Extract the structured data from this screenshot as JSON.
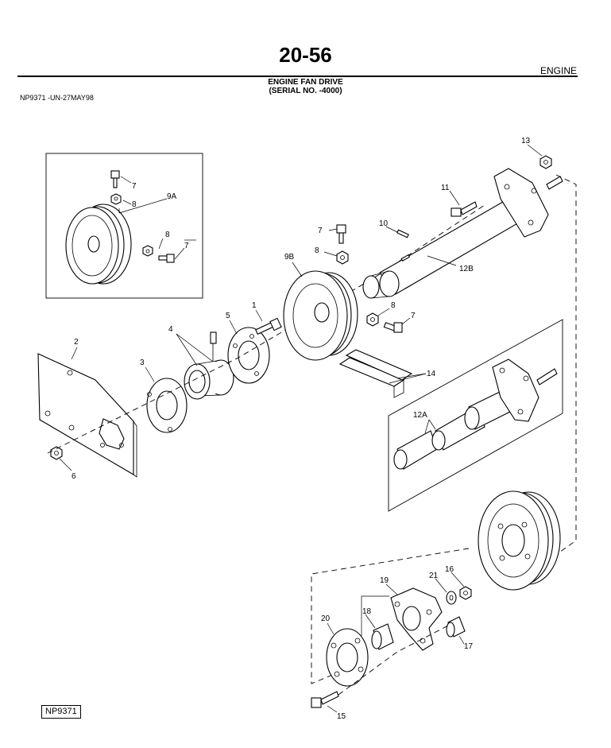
{
  "header": {
    "page_number": "20-56",
    "section": "ENGINE",
    "title_line1": "ENGINE FAN DRIVE",
    "title_line2": "(SERIAL NO.      -4000)",
    "reference": "NP9371    -UN-27MAY98"
  },
  "callouts": {
    "c1": "1",
    "c2": "2",
    "c3": "3",
    "c4": "4",
    "c5": "5",
    "c6": "6",
    "c7a": "7",
    "c7b": "7",
    "c7c": "7",
    "c7d": "7",
    "c8a": "8",
    "c8b": "8",
    "c8c": "8",
    "c8d": "8",
    "c9a": "9A",
    "c9b": "9B",
    "c10": "10",
    "c11": "11",
    "c12a": "12A",
    "c12b": "12B",
    "c13": "13",
    "c14": "14",
    "c15": "15",
    "c16": "16",
    "c17": "17",
    "c18": "18",
    "c19": "19",
    "c20": "20",
    "c21": "21"
  },
  "footer": {
    "figure_id": "NP9371"
  }
}
